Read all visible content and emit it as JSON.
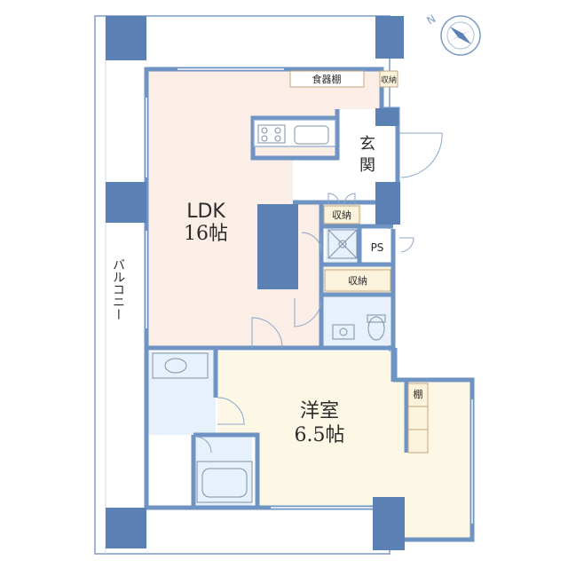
{
  "rooms": {
    "ldk_name": "LDK",
    "ldk_size": "16帖",
    "western_name": "洋室",
    "western_size": "6.5帖",
    "entrance": "玄",
    "entrance2": "関",
    "balcony": "バルコニー"
  },
  "storage": {
    "cupboard": "食器棚",
    "closet_top": "収納",
    "closet_entry": "収納",
    "closet_middle": "収納",
    "pipe_space": "PS",
    "shelf": "棚"
  },
  "colors": {
    "wall": "#6f93c3",
    "column": "#5b80b3",
    "ldk_floor": "#fbeee6",
    "western_floor": "#fdf8e6",
    "wet_floor": "#e7f1fb",
    "closet_floor": "#fbf3dc",
    "balcony_floor": "#ffffff"
  },
  "compass": {
    "north": "N"
  }
}
